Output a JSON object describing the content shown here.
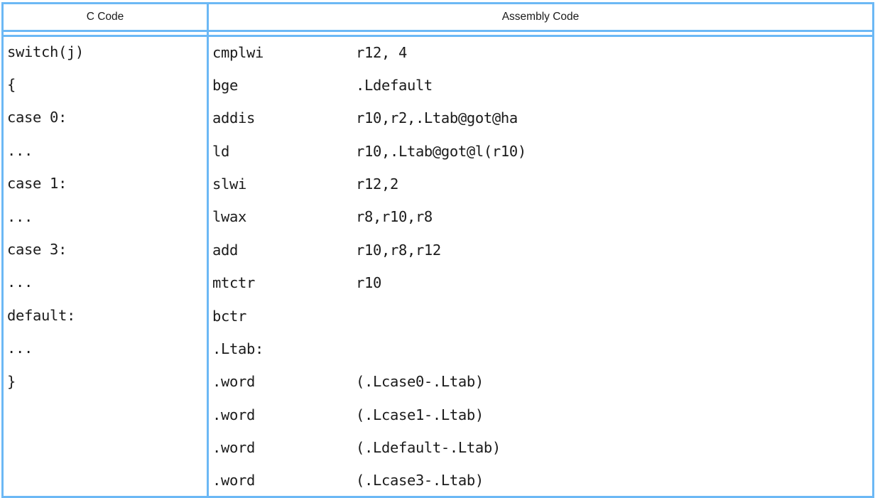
{
  "table": {
    "headers": {
      "c_code": "C Code",
      "assembly_code": "Assembly Code"
    },
    "border_color": "#6cb8f5",
    "text_color": "#1b1b1b",
    "background_color": "#ffffff",
    "c_code_lines": [
      "switch(j)",
      "{",
      "case 0:",
      "...",
      "case 1:",
      "...",
      "case 3:",
      "...",
      "default:",
      "...",
      "}",
      "",
      "",
      ""
    ],
    "assembly_lines": [
      {
        "mnemonic": "cmplwi",
        "operand": "r12, 4"
      },
      {
        "mnemonic": "bge",
        "operand": ".Ldefault"
      },
      {
        "mnemonic": "addis",
        "operand": "r10,r2,.Ltab@got@ha"
      },
      {
        "mnemonic": "ld",
        "operand": "r10,.Ltab@got@l(r10)"
      },
      {
        "mnemonic": "slwi",
        "operand": "r12,2"
      },
      {
        "mnemonic": "lwax",
        "operand": "r8,r10,r8"
      },
      {
        "mnemonic": "add",
        "operand": "r10,r8,r12"
      },
      {
        "mnemonic": "mtctr",
        "operand": "r10"
      },
      {
        "mnemonic": "bctr",
        "operand": ""
      },
      {
        "mnemonic": ".Ltab:",
        "operand": ""
      },
      {
        "mnemonic": ".word",
        "operand": "(.Lcase0-.Ltab)"
      },
      {
        "mnemonic": ".word",
        "operand": "(.Lcase1-.Ltab)"
      },
      {
        "mnemonic": ".word",
        "operand": "(.Ldefault-.Ltab)"
      },
      {
        "mnemonic": ".word",
        "operand": "(.Lcase3-.Ltab)"
      }
    ]
  }
}
